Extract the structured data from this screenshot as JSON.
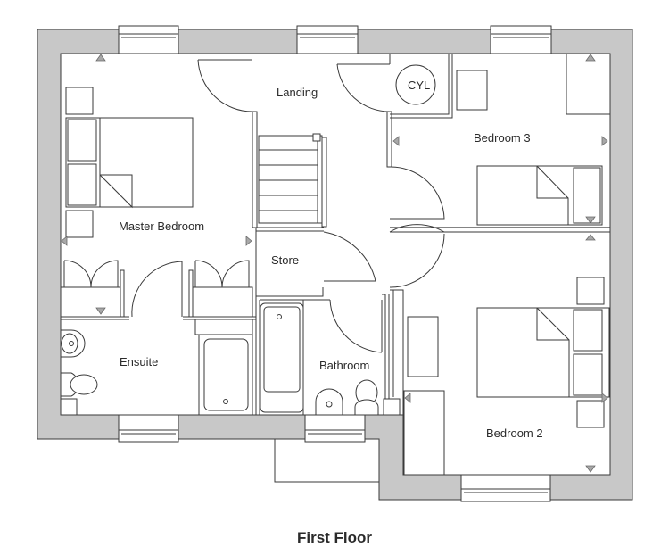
{
  "plan": {
    "title": "First Floor",
    "rooms": {
      "landing": "Landing",
      "cylinder": "CYL",
      "bedroom3": "Bedroom 3",
      "master_bedroom": "Master Bedroom",
      "store": "Store",
      "ensuite": "Ensuite",
      "bathroom": "Bathroom",
      "bedroom2": "Bedroom 2"
    },
    "colors": {
      "wall_fill": "#c8c8c8",
      "line": "#3a3a3a",
      "marker": "#a8a8a8",
      "background": "#ffffff"
    }
  }
}
